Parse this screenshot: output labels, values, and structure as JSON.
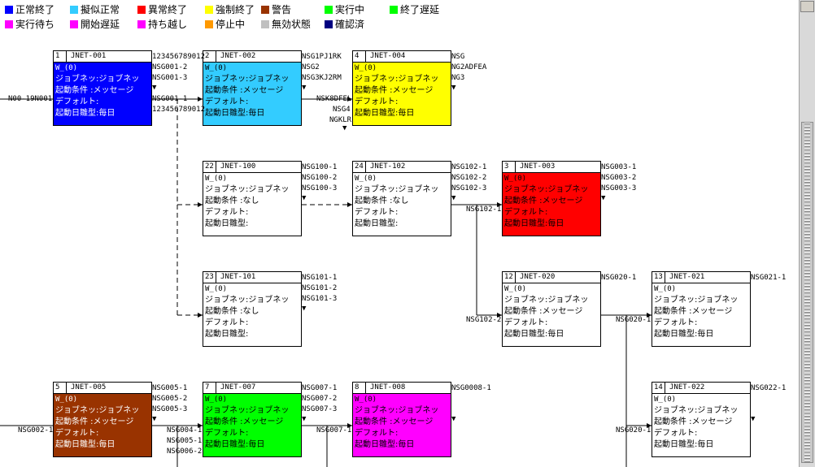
{
  "legend": [
    {
      "label": "正常終了",
      "color": "#0000ff"
    },
    {
      "label": "擬似正常",
      "color": "#33ccff"
    },
    {
      "label": "異常終了",
      "color": "#ff0000"
    },
    {
      "label": "強制終了",
      "color": "#ffff00"
    },
    {
      "label": "警告",
      "color": "#993300"
    },
    {
      "label": "実行中",
      "color": "#00ff00"
    },
    {
      "label": "終了遅延",
      "color": "#00ff00"
    },
    {
      "label": "実行待ち",
      "color": "#ff00ff"
    },
    {
      "label": "開始遅延",
      "color": "#ff00ff"
    },
    {
      "label": "持ち越し",
      "color": "#ff00ff"
    },
    {
      "label": "停止中",
      "color": "#ff9900"
    },
    {
      "label": "無効状態",
      "color": "#c0c0c0"
    },
    {
      "label": "確認済",
      "color": "#000080"
    }
  ],
  "body_text": {
    "w": "W_(0)",
    "jobnet": "ジョブネッ:ジョブネッ",
    "cond_msg": "起動条件  :メッセージ",
    "cond_none": "起動条件  :なし",
    "default": "デフォルト:",
    "cal_daily": "起動日雛型:毎日",
    "cal_empty": "起動日雛型:"
  },
  "nodes": [
    {
      "id": "n1",
      "num": "1",
      "name": "JNET-001",
      "color": "#0000ff",
      "dark": true,
      "cond": "msg",
      "cal": "daily"
    },
    {
      "id": "n2",
      "num": "2",
      "name": "JNET-002",
      "color": "#33ccff",
      "dark": false,
      "cond": "msg",
      "cal": "daily"
    },
    {
      "id": "n4",
      "num": "4",
      "name": "JNET-004",
      "color": "#ffff00",
      "dark": false,
      "cond": "msg",
      "cal": "daily"
    },
    {
      "id": "n22",
      "num": "22",
      "name": "JNET-100",
      "color": "#ffffff",
      "dark": false,
      "cond": "none",
      "cal": "empty"
    },
    {
      "id": "n24",
      "num": "24",
      "name": "JNET-102",
      "color": "#ffffff",
      "dark": false,
      "cond": "none",
      "cal": "empty"
    },
    {
      "id": "n3",
      "num": "3",
      "name": "JNET-003",
      "color": "#ff0000",
      "dark": false,
      "cond": "msg",
      "cal": "daily"
    },
    {
      "id": "n23",
      "num": "23",
      "name": "JNET-101",
      "color": "#ffffff",
      "dark": false,
      "cond": "none",
      "cal": "empty"
    },
    {
      "id": "n12",
      "num": "12",
      "name": "JNET-020",
      "color": "#ffffff",
      "dark": false,
      "cond": "msg",
      "cal": "daily"
    },
    {
      "id": "n13",
      "num": "13",
      "name": "JNET-021",
      "color": "#ffffff",
      "dark": false,
      "cond": "msg",
      "cal": "daily"
    },
    {
      "id": "n5",
      "num": "5",
      "name": "JNET-005",
      "color": "#993300",
      "dark": true,
      "cond": "msg",
      "cal": "daily"
    },
    {
      "id": "n7",
      "num": "7",
      "name": "JNET-007",
      "color": "#00ff00",
      "dark": false,
      "cond": "msg",
      "cal": "daily"
    },
    {
      "id": "n8",
      "num": "8",
      "name": "JNET-008",
      "color": "#ff00ff",
      "dark": false,
      "cond": "msg",
      "cal": "daily"
    },
    {
      "id": "n14",
      "num": "14",
      "name": "JNET-022",
      "color": "#ffffff",
      "dark": false,
      "cond": "msg",
      "cal": "daily"
    }
  ],
  "labels": {
    "l_n001": "N00-19N001",
    "l_1a": "123456789012",
    "l_1b": "NSG001-2",
    "l_1c": "NSG001-3",
    "l_1d": "NSG001-1",
    "l_1e": "123456789012",
    "l_2a": "NSG1PJ1RK",
    "l_2b": "NSG2",
    "l_2c": "NSG3KJ2RM",
    "l_2d": "NSK8DFEL",
    "l_2e": "NSG4",
    "l_2f": "NGKLR",
    "l_4a": "NSG",
    "l_4b": "NG2ADFEA",
    "l_4c": "NG3",
    "l_22a": "NSG100-1",
    "l_22b": "NSG100-2",
    "l_22c": "NSG100-3",
    "l_24a": "NSG102-1",
    "l_24b": "NSG102-2",
    "l_24c": "NSG102-3",
    "l_24d": "NSG102-1",
    "l_3a": "NSG003-1",
    "l_3b": "NSG003-2",
    "l_3c": "NSG003-3",
    "l_23a": "NSG101-1",
    "l_23b": "NSG101-2",
    "l_23c": "NSG101-3",
    "l_12a": "NSG020-1",
    "l_12b": "NSG102-2",
    "l_12c": "NSG020-1",
    "l_13a": "NSG021-1",
    "l_5a": "NSG005-1",
    "l_5b": "NSG005-2",
    "l_5c": "NSG005-3",
    "l_5d": "NSG002-1",
    "l_7a": "NSG007-1",
    "l_7b": "NSG007-2",
    "l_7c": "NSG007-3",
    "l_7d": "NSG004-1",
    "l_7e": "NSG005-1",
    "l_7f": "NSG006-2",
    "l_8a": "NSG0008-1",
    "l_8b": "NSG007-1",
    "l_14a": "NSG022-1",
    "l_14b": "NSG020-1"
  }
}
